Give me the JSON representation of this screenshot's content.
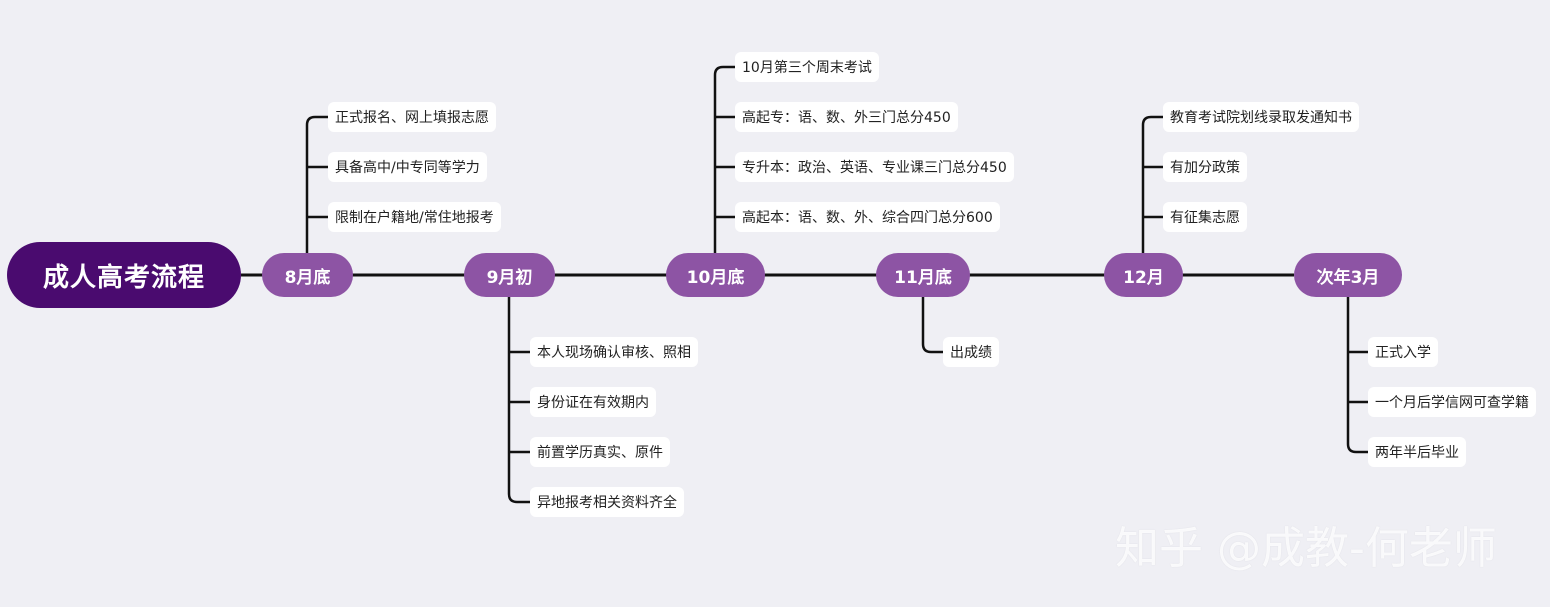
{
  "colors": {
    "background": "#efeff4",
    "root": "#4a0b6f",
    "stage": "#8d54a4",
    "leaf": "#ffffff",
    "line": "#111111"
  },
  "root": {
    "label": "成人高考流程"
  },
  "stages": [
    {
      "label": "8月底",
      "items": [
        "正式报名、网上填报志愿",
        "具备高中/中专同等学力",
        "限制在户籍地/常住地报考"
      ]
    },
    {
      "label": "9月初",
      "items": [
        "本人现场确认审核、照相",
        "身份证在有效期内",
        "前置学历真实、原件",
        "异地报考相关资料齐全"
      ]
    },
    {
      "label": "10月底",
      "items": [
        "10月第三个周末考试",
        "高起专：语、数、外三门总分450",
        "专升本：政治、英语、专业课三门总分450",
        "高起本：语、数、外、综合四门总分600"
      ]
    },
    {
      "label": "11月底",
      "items": [
        "出成绩"
      ]
    },
    {
      "label": "12月",
      "items": [
        "教育考试院划线录取发通知书",
        "有加分政策",
        "有征集志愿"
      ]
    },
    {
      "label": "次年3月",
      "items": [
        "正式入学",
        "一个月后学信网可查学籍",
        "两年半后毕业"
      ]
    }
  ],
  "watermark": "知乎 @成教-何老师"
}
